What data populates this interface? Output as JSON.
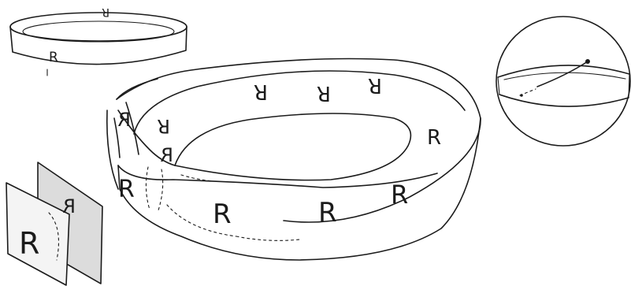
{
  "colors": {
    "ink": "#1b1b1b",
    "shade": "#dcdcdc",
    "paper": "#ffffff"
  },
  "ring": {
    "outside_letter": "R",
    "inside_letter": "R"
  },
  "mobius": {
    "back_letters": [
      "R",
      "R",
      "R"
    ],
    "right_letter": "R",
    "left_letters": [
      "R",
      "R",
      "R"
    ],
    "front_letters": [
      "R",
      "R",
      "R"
    ]
  },
  "planes": {
    "front_letter": "R",
    "back_letter": "R"
  }
}
